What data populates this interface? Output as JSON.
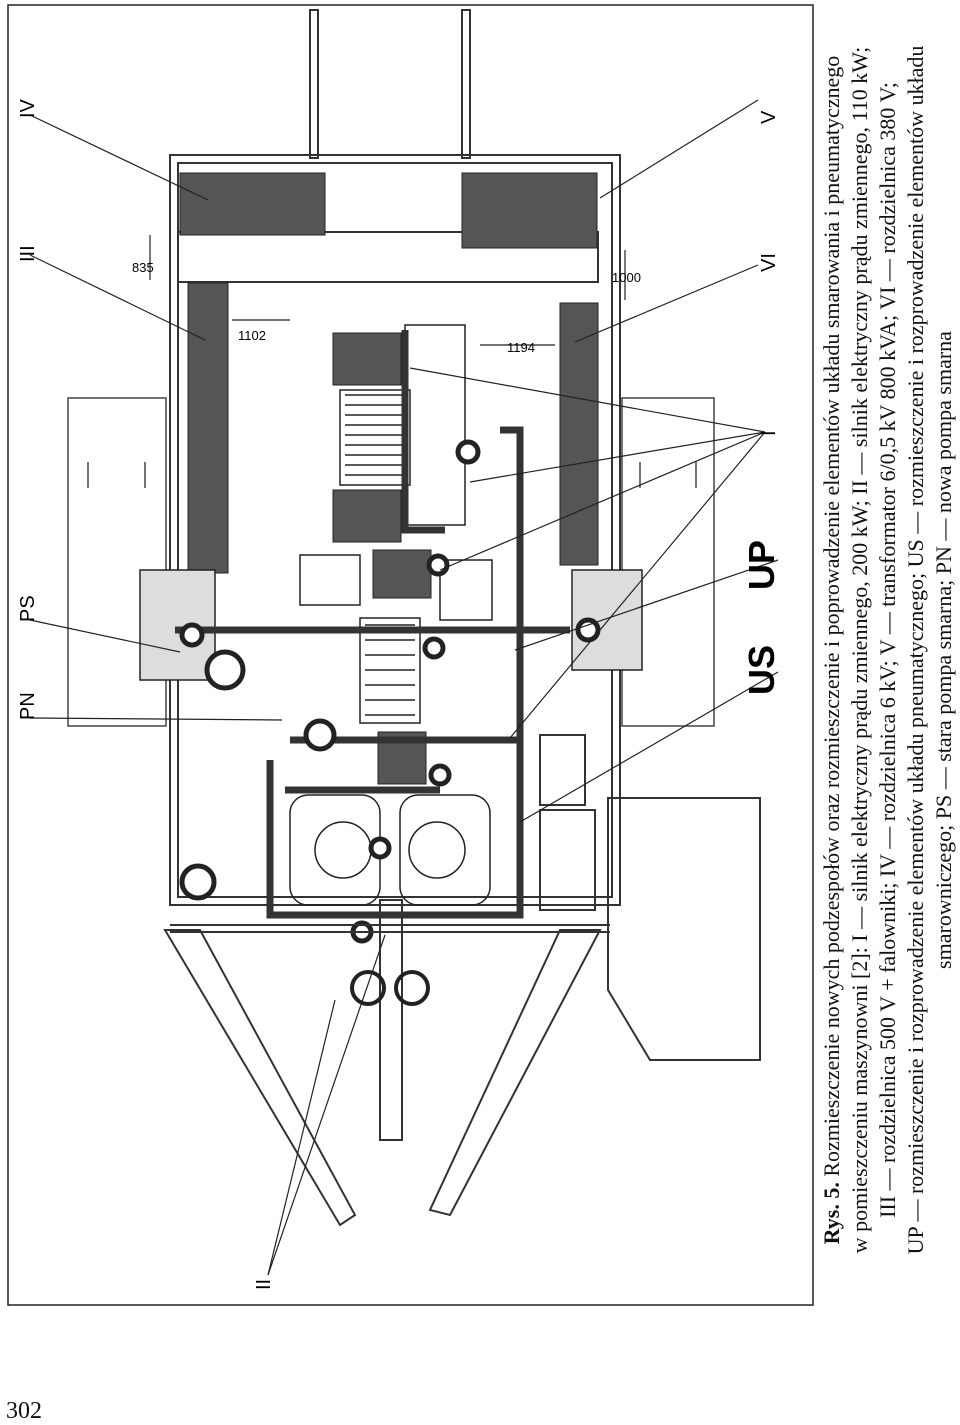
{
  "labels": {
    "I": "I",
    "II": "II",
    "III": "III",
    "IV": "IV",
    "V": "V",
    "VI": "VI",
    "PS": "PS",
    "PN": "PN",
    "US": "US",
    "UP": "UP"
  },
  "dimensions": {
    "d835": "835",
    "d1000": "1000",
    "d1102": "1102",
    "d1194": "1194"
  },
  "caption": {
    "line1_bold": "Rys. 5.",
    "line1": " Rozmieszczenie nowych podzespołów oraz rozmieszczenie i poprowadzenie elementów układu smarowania i pneumatycznego",
    "line2": "w pomieszczeniu maszynowni [2]: I — silnik elektryczny prądu zmiennego, 200 kW; II — silnik elektryczny prądu zmiennego, 110 kW;",
    "line3": "III — rozdzielnica 500 V + falowniki; IV — rozdzielnica 6 kV; V — transformator 6/0,5 kV 800 kVA; VI — rozdzielnica 380 V;",
    "line4": "UP — rozmieszczenie i rozprowadzenie elementów układu pneumatycznego; US — rozmieszczenie i rozprowadzenie elementów układu",
    "line5": "smarowniczego; PS — stara pompa smarna; PN — nowa pompa smarna"
  },
  "page_number": "302"
}
